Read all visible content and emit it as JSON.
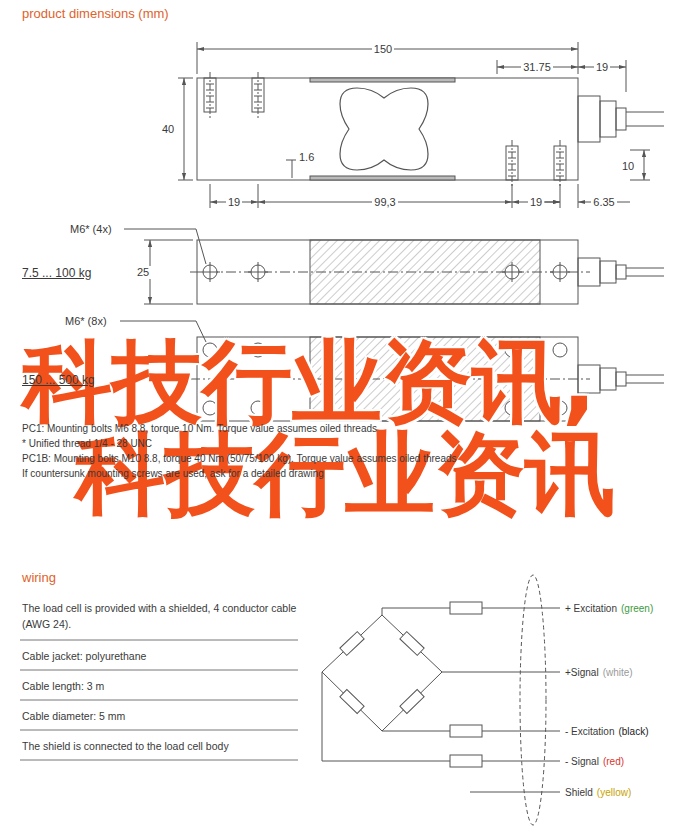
{
  "diagram": {
    "title": "product dimensions (mm)",
    "labels": [
      "150",
      "31.75",
      "19",
      "40",
      "1.6",
      "10",
      "19",
      "99,3",
      "19",
      "6.35",
      "M6* (4x)",
      "7.5 ... 100 kg",
      "25",
      "M6* (8x)",
      "150 ... 500 kg",
      "PC1: Mounting bolts M6 8.8, torque 10 Nm. Torque value assumes oiled threads",
      "* Unified thread 1/4 - 28 UNC",
      "PC1B: Mounting bolts M10 8.8, torque 40 Nm (50/75/100 kg). Torque value assumes oiled threads",
      "If countersunk mounting screws are used, ask for a detailed drawing",
      "科技行业资讯,",
      "科技行业资讯",
      "wiring",
      "The load cell is provided with a shielded, 4 conductor cable (AWG 24).",
      "Cable jacket: polyurethane",
      "Cable length: 3 m",
      "Cable diameter: 5 mm",
      "The shield is connected to the load cell body",
      "+ Excitation",
      "(green)",
      "+Signal",
      "(white)",
      "- Excitation",
      "(black)",
      "- Signal",
      "(red)",
      "Shield",
      "(yellow)"
    ]
  }
}
